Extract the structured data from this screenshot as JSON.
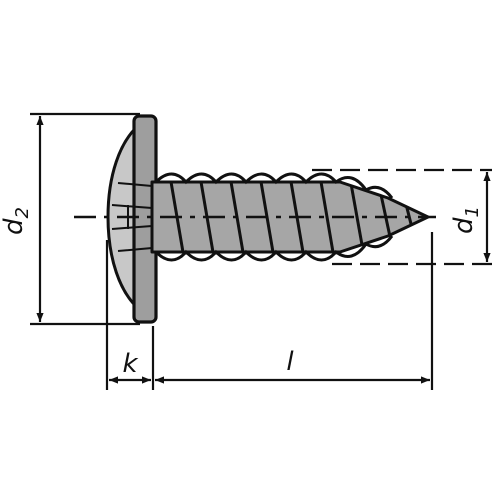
{
  "diagram": {
    "type": "screw-dimension-drawing",
    "colors": {
      "ink": "#111111",
      "fill": "#b4b4b4",
      "background": "#ffffff"
    },
    "labels": {
      "d2_main": "d",
      "d2_sub": "2",
      "d1_main": "d",
      "d1_sub": "1",
      "k": "k",
      "l": "l"
    }
  }
}
